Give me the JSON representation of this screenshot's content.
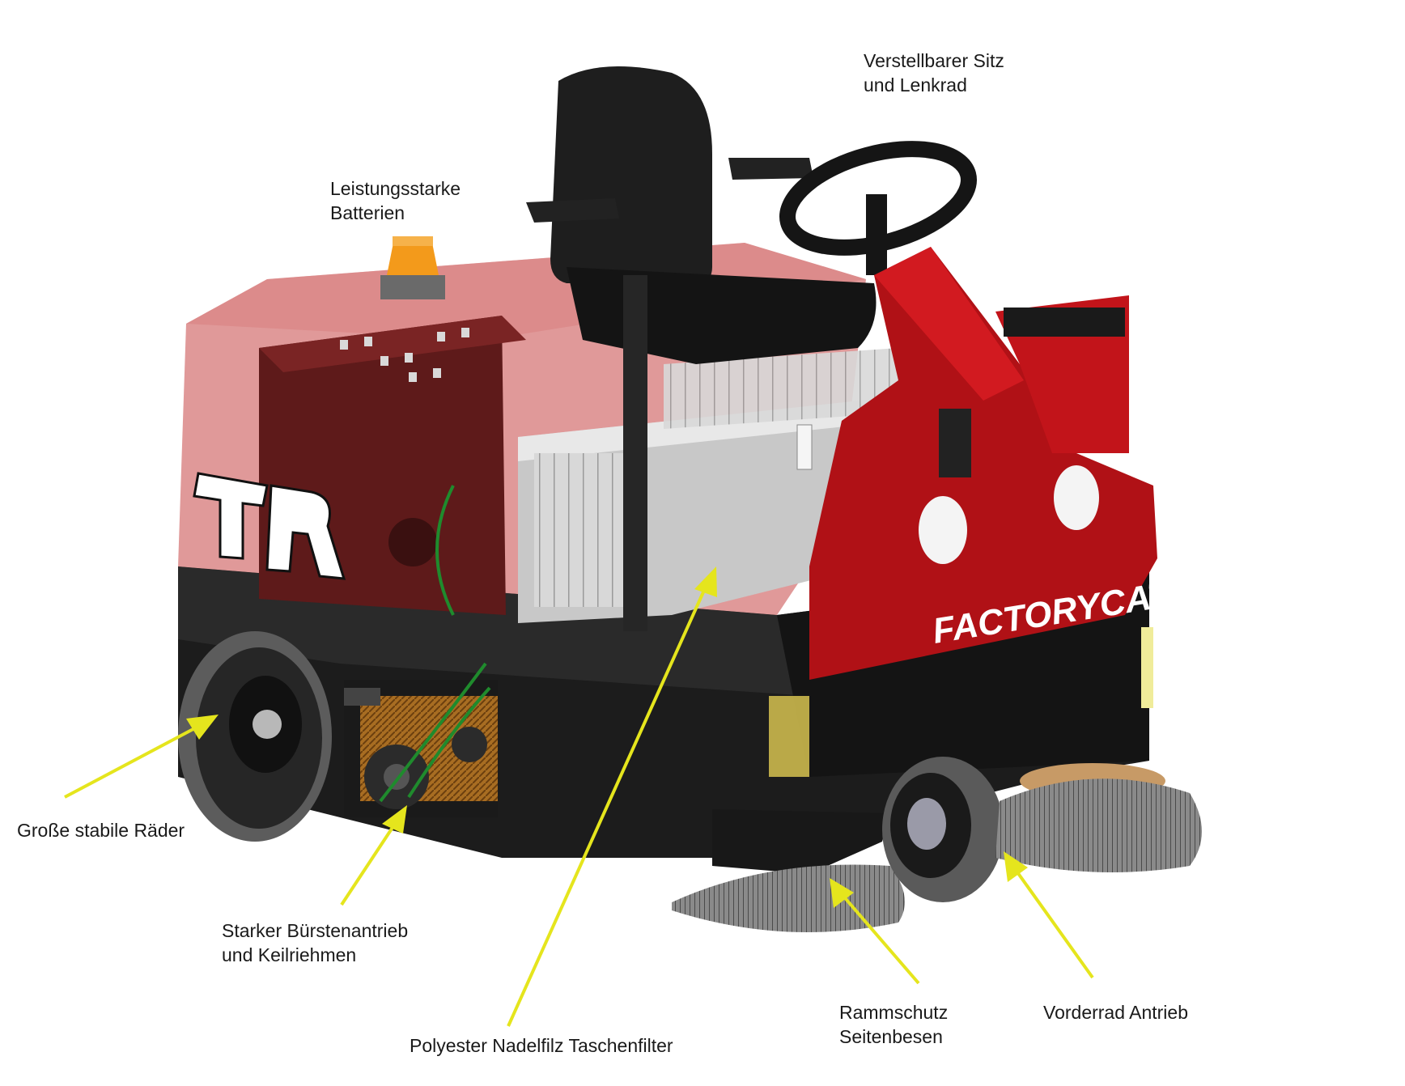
{
  "labels": {
    "seat": {
      "line1": "Verstellbarer Sitz",
      "line2": "und Lenkrad"
    },
    "batteries": {
      "line1": "Leistungsstarke",
      "line2": "Batterien"
    },
    "wheels": {
      "line1": "Große stabile Räder"
    },
    "brush_drive": {
      "line1": "Starker Bürstenantrieb",
      "line2": "und Keilriehmen"
    },
    "filter": {
      "line1": "Polyester Nadelfilz Taschenfilter"
    },
    "bumper": {
      "line1": "Rammschutz",
      "line2": "Seitenbesen"
    },
    "front_drive": {
      "line1": "Vorderrad Antrieb"
    }
  },
  "branding": {
    "logo_model": "TR",
    "logo_brand": "FACTORYCAT"
  },
  "colors": {
    "body_red": "#b01116",
    "hopper_tint": "#c64545",
    "chassis": "#1b1b1b",
    "arrow": "#e5e51d",
    "beacon": "#f39a1b",
    "bristles": "#6f6f6f",
    "filter_grey": "#c8c8c8"
  }
}
